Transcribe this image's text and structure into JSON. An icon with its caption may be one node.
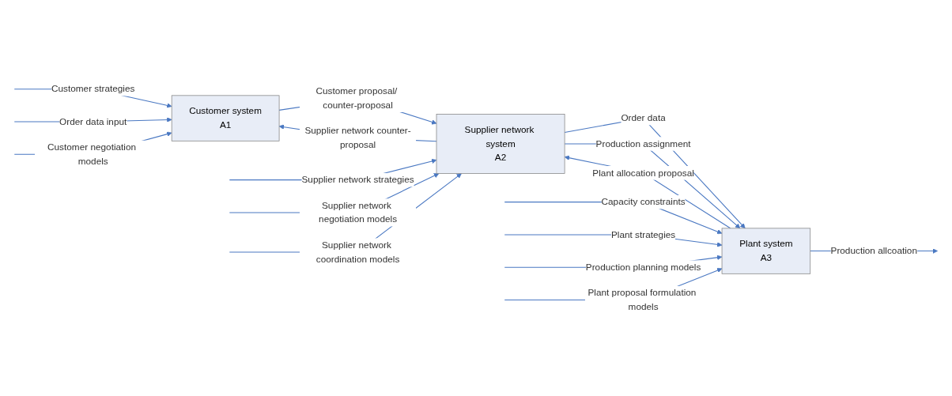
{
  "diagram": {
    "nodes": [
      {
        "text": [
          "Customer system",
          "A1"
        ]
      },
      {
        "text": [
          "Supplier network system",
          "A2"
        ]
      },
      {
        "text": [
          "Plant system",
          "A3"
        ]
      }
    ],
    "edges": [
      {
        "from": null,
        "to": 0,
        "arrow": "to",
        "label": "Customer strategies"
      },
      {
        "from": null,
        "to": 0,
        "arrow": "to",
        "label": "Order data input"
      },
      {
        "from": null,
        "to": 0,
        "arrow": "to",
        "label": "Customer negotiation models"
      },
      {
        "from": 0,
        "to": 1,
        "arrow": "to",
        "label": "Customer proposal/ counter-proposal"
      },
      {
        "from": null,
        "to": 1,
        "arrow": "to",
        "label": "Supplier network strategies"
      },
      {
        "from": 1,
        "to": 2,
        "arrow": "to",
        "label": "Order data"
      },
      {
        "from": 1,
        "to": 2,
        "arrow": "to",
        "label": "Production assignment"
      },
      {
        "from": null,
        "to": 1,
        "arrow": "to",
        "label": "Supplier network negotiation models"
      },
      {
        "from": null,
        "to": 1,
        "arrow": "to",
        "label": "Supplier network coordination models"
      },
      {
        "from": 1,
        "to": 0,
        "arrow": "to",
        "label": "Supplier network counter-proposal"
      },
      {
        "from": null,
        "to": 2,
        "arrow": "to",
        "label": "Capacity constraints"
      },
      {
        "from": null,
        "to": 2,
        "arrow": "to",
        "label": "Plant strategies"
      },
      {
        "from": 2,
        "to": null,
        "arrow": "to",
        "label": "Production allcoation"
      },
      {
        "from": null,
        "to": 2,
        "arrow": "to",
        "label": "Production planning models"
      },
      {
        "from": null,
        "to": 2,
        "arrow": "to",
        "label": "Plant proposal formulation models"
      },
      {
        "from": 2,
        "to": 1,
        "arrow": "to",
        "label": "Plant allocation proposal"
      }
    ]
  }
}
